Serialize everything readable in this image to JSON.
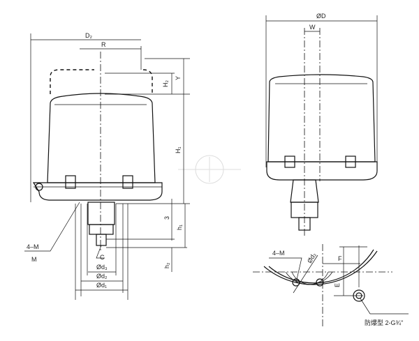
{
  "front_view": {
    "labels": {
      "d2": "D₂",
      "r": "R",
      "y": "Y",
      "h2_upper": "H₂",
      "h1_upper": "H₁",
      "three": "3",
      "h1": "h₁",
      "h2": "h₂",
      "four_m": "4–M",
      "m": "M",
      "c": "C",
      "od3": "Ød₃",
      "od2": "Ød₂",
      "od1": "Ød₁"
    }
  },
  "side_view": {
    "labels": {
      "od": "ØD",
      "w": "W"
    }
  },
  "bottom_view": {
    "labels": {
      "four_m": "4–M",
      "od": "Ød₂",
      "f": "F",
      "e": "E",
      "port": "防爆型 2-G¾\""
    }
  }
}
